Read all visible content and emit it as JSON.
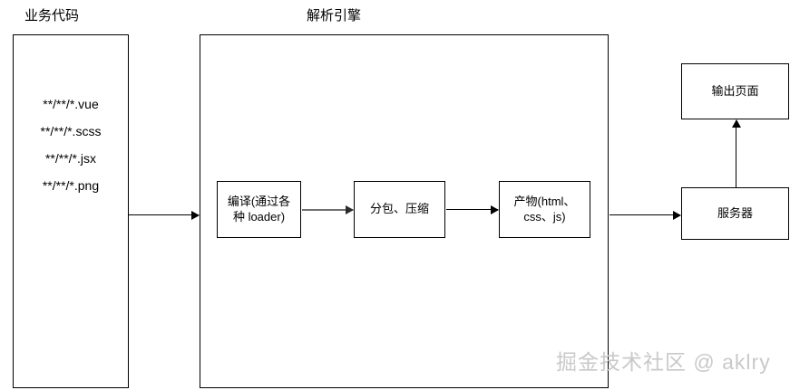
{
  "diagram": {
    "title_business_code": "业务代码",
    "title_parse_engine": "解析引擎",
    "file_patterns": [
      "**/**/*.vue",
      "**/**/*.scss",
      "**/**/*.jsx",
      "**/**/*.png"
    ],
    "process_steps": [
      "编译(通过各种 loader)",
      "分包、压缩",
      "产物(html、css、js)"
    ],
    "server_label": "服务器",
    "output_page_label": "输出页面",
    "watermark": "掘金技术社区 @ aklry",
    "colors": {
      "stroke": "#000000",
      "background": "#ffffff",
      "connector_gray": "#6f6f6f",
      "watermark": "#c9c9c9"
    }
  }
}
